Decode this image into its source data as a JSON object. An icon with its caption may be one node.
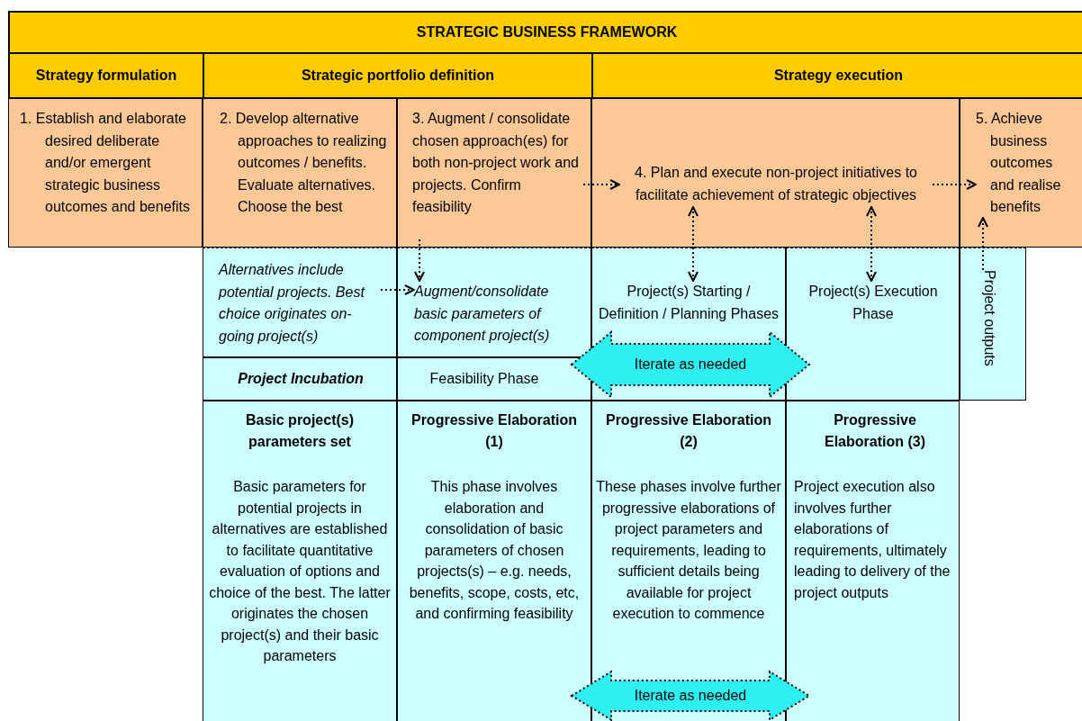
{
  "diagram": {
    "nodes": [
      {
        "text": [
          "STRATEGIC BUSINESS FRAMEWORK"
        ]
      },
      {
        "text": [
          "Strategy formulation"
        ]
      },
      {
        "text": [
          "Strategic portfolio definition"
        ]
      },
      {
        "text": [
          "Strategy execution"
        ]
      },
      {
        "text": [
          "1. Establish and elaborate desired deliberate and/or emergent strategic business outcomes and benefits"
        ]
      },
      {
        "text": [
          "2. Develop alternative approaches to realizing outcomes / benefits. Evaluate alternatives. Choose the best"
        ]
      },
      {
        "text": [
          "3. Augment / consolidate chosen approach(es) for both non-project work and projects. Confirm feasibility"
        ]
      },
      {
        "text": [
          "4. Plan and execute non-project initiatives to facilitate achievement of strategic objectives"
        ]
      },
      {
        "text": [
          "5. Achieve business outcomes and realise benefits"
        ]
      },
      {
        "text": [
          "Alternatives include potential projects. Best choice originates on-going project(s)"
        ]
      },
      {
        "text": [
          "Augment/consolidate basic parameters of component project(s)"
        ]
      },
      {
        "text": [
          "Project(s) Starting / Definition / Planning Phases"
        ]
      },
      {
        "text": [
          "Project(s) Execution Phase"
        ]
      },
      {
        "text": [
          "Project outputs"
        ]
      },
      {
        "text": [
          "Project Incubation"
        ]
      },
      {
        "text": [
          "Feasibility Phase"
        ]
      },
      {
        "text": [
          "Iterate as needed"
        ]
      },
      {
        "text": [
          "Basic project(s) parameters set",
          "Basic parameters for potential projects in alternatives are established to facilitate quantitative evaluation of options and choice of the best. The latter originates the chosen project(s) and their basic parameters"
        ]
      },
      {
        "text": [
          "Progressive Elaboration (1)",
          "This phase involves elaboration and consolidation of basic parameters of chosen projects(s) – e.g. needs, benefits, scope, costs, etc, and confirming feasibility"
        ]
      },
      {
        "text": [
          "Progressive Elaboration (2)",
          "These phases involve further progressive elaborations of project parameters and requirements, leading to sufficient details being available for project execution to commence"
        ]
      },
      {
        "text": [
          "Progressive Elaboration (3)",
          "Project execution also involves further elaborations of requirements, ultimately leading to delivery of the project outputs"
        ]
      },
      {
        "text": [
          "Iterate as needed"
        ]
      }
    ],
    "edges": [
      {
        "from": 6,
        "to": 7,
        "arrow": "to",
        "style": "dashed"
      },
      {
        "from": 7,
        "to": 8,
        "arrow": "to",
        "style": "dashed"
      },
      {
        "from": 6,
        "to": 10,
        "arrow": "to",
        "style": "dashed"
      },
      {
        "from": 9,
        "to": 10,
        "arrow": "to",
        "style": "dashed"
      },
      {
        "from": 7,
        "to": 11,
        "arrow": "both",
        "style": "dashed"
      },
      {
        "from": 7,
        "to": 12,
        "arrow": "both",
        "style": "dashed"
      },
      {
        "from": 13,
        "to": 8,
        "arrow": "to",
        "style": "dashed"
      }
    ]
  }
}
